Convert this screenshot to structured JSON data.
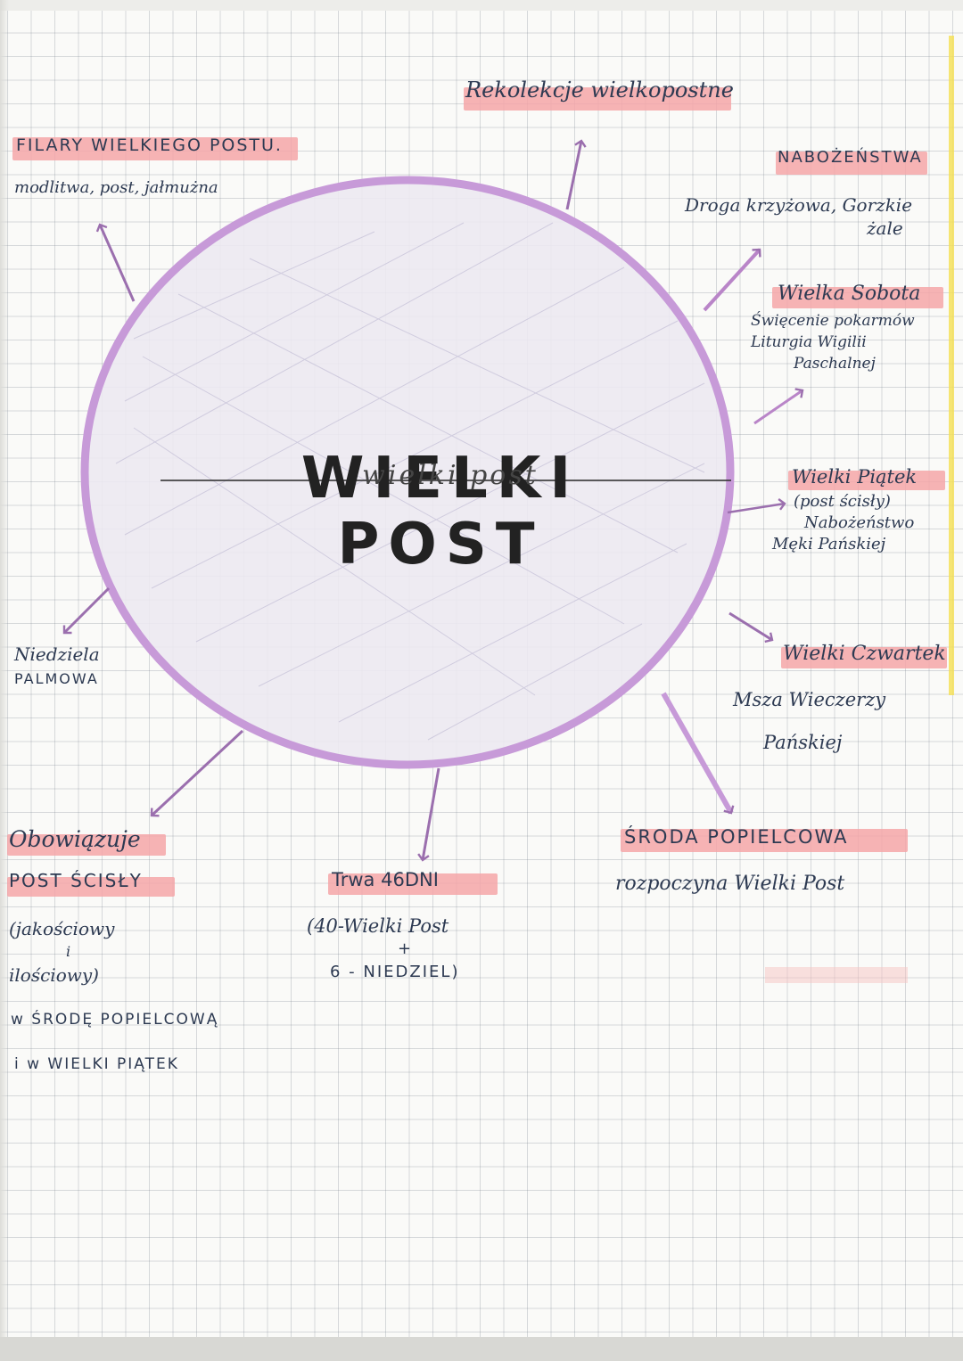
{
  "center": {
    "title": "WIELKI POST",
    "script": "wielki post"
  },
  "branches": {
    "rekolekcje": {
      "title": "Rekolekcje wielkopostne"
    },
    "filary": {
      "title": "FILARY WIELKIEGO POSTU.",
      "text": "modlitwa, post, jałmużna"
    },
    "nabozenstwa": {
      "title": "NABOŻEŃSTWA",
      "line1": "Droga krzyżowa, Gorzkie",
      "line2": "żale"
    },
    "wielka_sobota": {
      "title": "Wielka Sobota",
      "line1": "Święcenie pokarmów",
      "line2": "Liturgia Wigilii",
      "line3": "Paschalnej"
    },
    "wielki_piatek": {
      "title": "Wielki Piątek",
      "line1": "(post ścisły)",
      "line2": "Nabożeństwo",
      "line3": "Męki Pańskiej"
    },
    "wielki_czwartek": {
      "title": "Wielki Czwartek",
      "line1": "Msza Wieczerzy",
      "line2": "Pańskiej"
    },
    "niedziela": {
      "line1": "Niedziela",
      "line2": "PALMOWA"
    },
    "obowiazuje": {
      "line1": "Obowiązuje",
      "line2": "POST ŚCISŁY",
      "line3": "(jakościowy",
      "line4": "i",
      "line5": "ilościowy)",
      "line6": "w ŚRODĘ POPIELCOWĄ",
      "line7": "i w WIELKI PIĄTEK"
    },
    "trwa": {
      "title": "Trwa 46DNI",
      "line1": "(40-Wielki Post",
      "line2": "+",
      "line3": "6 - NIEDZIEL)"
    },
    "sroda": {
      "title": "ŚRODA POPIELCOWA",
      "text": "rozpoczyna Wielki Post"
    }
  },
  "colors": {
    "circle_stroke": "#c79ad8",
    "circle_fill": "#ece9f1",
    "highlighter": "#f5a6a8",
    "ink": "#2d3a52",
    "grid": "#a9b0b7"
  }
}
